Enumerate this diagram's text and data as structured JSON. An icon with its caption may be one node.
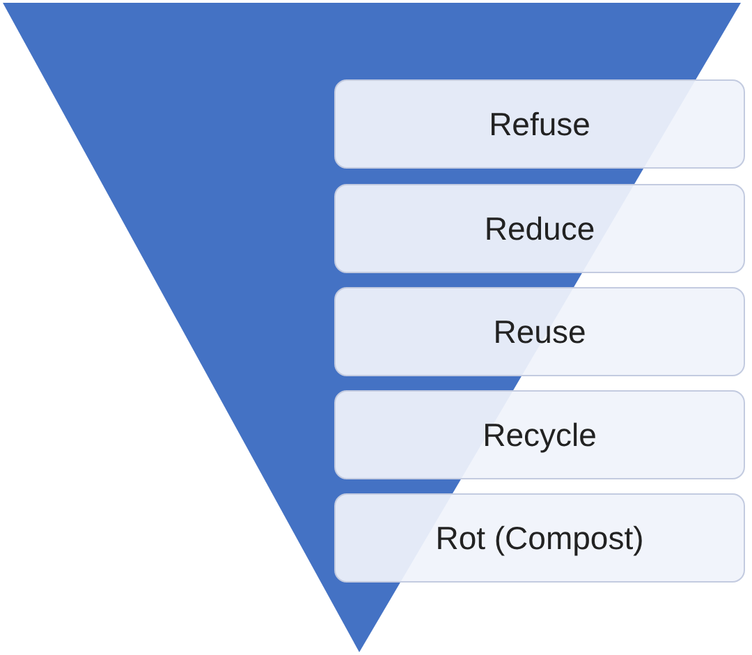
{
  "diagram": {
    "nodes": [
      {
        "text": [
          "Refuse"
        ]
      },
      {
        "text": [
          "Reduce"
        ]
      },
      {
        "text": [
          "Reuse"
        ]
      },
      {
        "text": [
          "Recycle"
        ]
      },
      {
        "text": [
          "Rot (Compost)"
        ]
      }
    ]
  }
}
